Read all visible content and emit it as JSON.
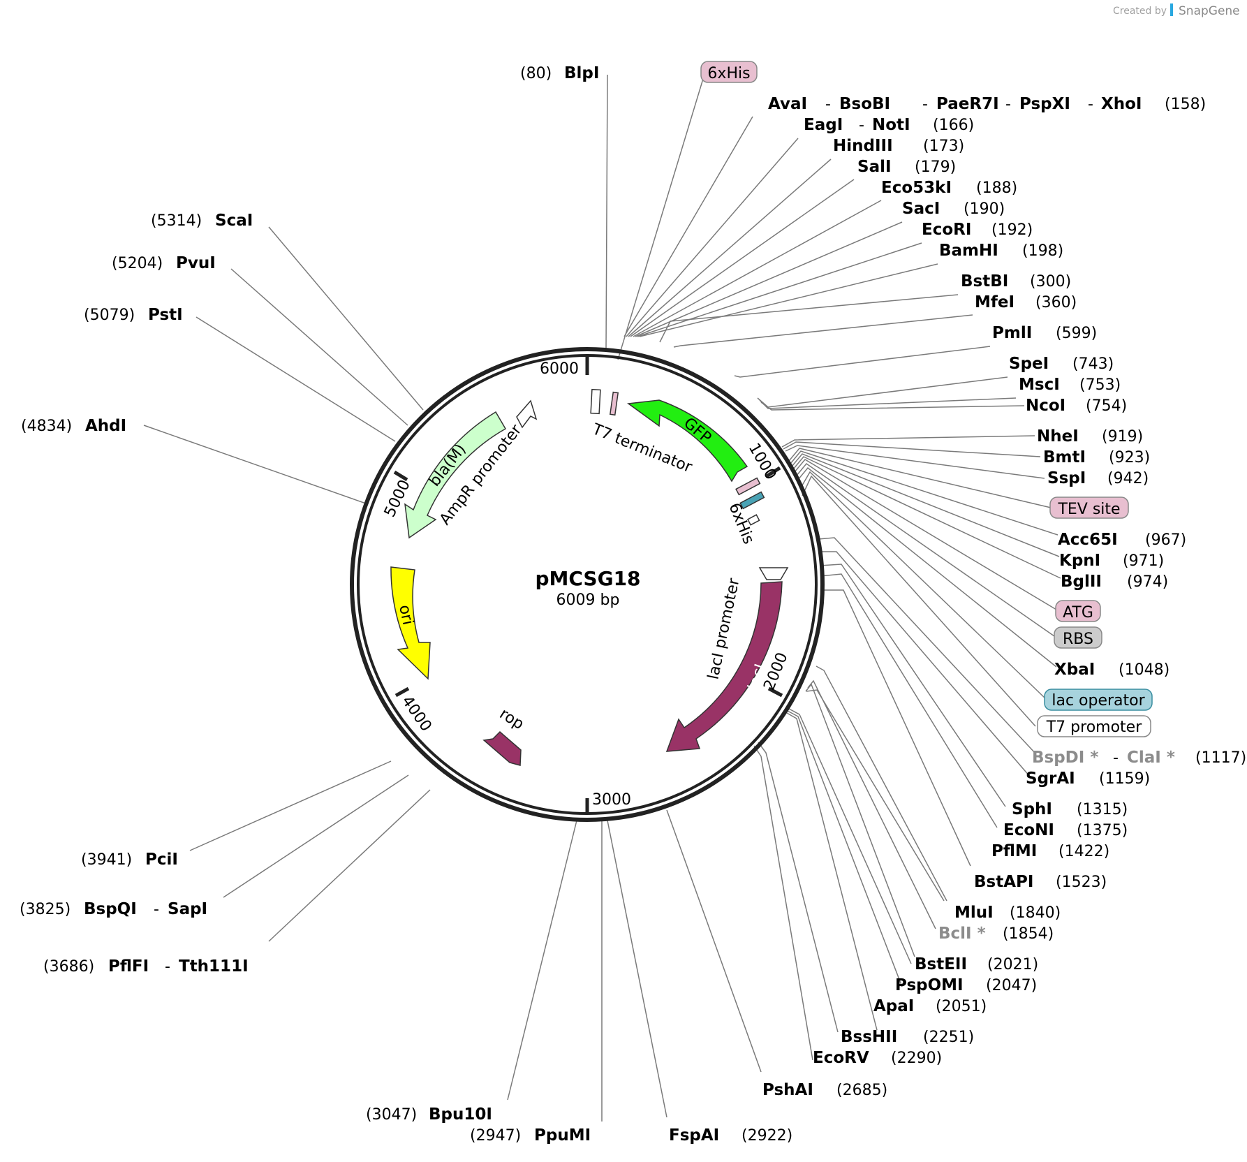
{
  "credit": {
    "prefix": "Created by",
    "brand": "SnapGene"
  },
  "plasmid": {
    "name": "pMCSG18",
    "length_text": "6009 bp"
  },
  "ticks": [
    {
      "label": "6000"
    },
    {
      "label": "1000"
    },
    {
      "label": "2000"
    },
    {
      "label": "3000"
    },
    {
      "label": "4000"
    },
    {
      "label": "5000"
    }
  ],
  "features": {
    "t7_terminator": "T7 terminator",
    "gfp": "GFP",
    "his_inner": "6xHis",
    "ampr_promoter": "AmpR promoter",
    "bla": "bla(M)",
    "ori": "ori",
    "laci_promoter": "lacI promoter",
    "laci": "lacI",
    "rop": "rop"
  },
  "feature_boxes": {
    "his_top": "6xHis",
    "tev": "TEV site",
    "atg": "ATG",
    "rbs": "RBS",
    "lac_operator": "lac operator",
    "t7_promoter": "T7 promoter"
  },
  "colors": {
    "gfp": "#22ee11",
    "bla": "#ccffcc",
    "ori": "#ffff00",
    "laci": "#993366",
    "rop": "#993366",
    "his_box": "#e8bfd0",
    "tev_box": "#e8bfd0",
    "atg_box": "#e8bfd0",
    "rbs_box": "#cccccc",
    "lac_operator_box": "#a7d3dd",
    "t7_promoter_box": "#ffffff"
  },
  "sites": {
    "blpi": {
      "name": "BlpI",
      "pos": "(80)"
    },
    "avai": {
      "names": [
        "AvaI",
        "BsoBI",
        "PaeR7I",
        "PspXI",
        "XhoI"
      ],
      "pos": "(158)"
    },
    "eagi": {
      "names": [
        "EagI",
        "NotI"
      ],
      "pos": "(166)"
    },
    "hindiii": {
      "name": "HindIII",
      "pos": "(173)"
    },
    "sali": {
      "name": "SalI",
      "pos": "(179)"
    },
    "eco53ki": {
      "name": "Eco53kI",
      "pos": "(188)"
    },
    "saci": {
      "name": "SacI",
      "pos": "(190)"
    },
    "ecori": {
      "name": "EcoRI",
      "pos": "(192)"
    },
    "bamhi": {
      "name": "BamHI",
      "pos": "(198)"
    },
    "bstbi": {
      "name": "BstBI",
      "pos": "(300)"
    },
    "mfei": {
      "name": "MfeI",
      "pos": "(360)"
    },
    "pmli": {
      "name": "PmlI",
      "pos": "(599)"
    },
    "spei": {
      "name": "SpeI",
      "pos": "(743)"
    },
    "msci": {
      "name": "MscI",
      "pos": "(753)"
    },
    "ncoi": {
      "name": "NcoI",
      "pos": "(754)"
    },
    "nhei": {
      "name": "NheI",
      "pos": "(919)"
    },
    "bmti": {
      "name": "BmtI",
      "pos": "(923)"
    },
    "sspi": {
      "name": "SspI",
      "pos": "(942)"
    },
    "acc65i": {
      "name": "Acc65I",
      "pos": "(967)"
    },
    "kpni": {
      "name": "KpnI",
      "pos": "(971)"
    },
    "bglii": {
      "name": "BglII",
      "pos": "(974)"
    },
    "xbai": {
      "name": "XbaI",
      "pos": "(1048)"
    },
    "bspdi": {
      "names": [
        "BspDI *",
        "ClaI *"
      ],
      "pos": "(1117)"
    },
    "sgrai": {
      "name": "SgrAI",
      "pos": "(1159)"
    },
    "sphi": {
      "name": "SphI",
      "pos": "(1315)"
    },
    "econi": {
      "name": "EcoNI",
      "pos": "(1375)"
    },
    "pflmi": {
      "name": "PflMI",
      "pos": "(1422)"
    },
    "bstapi": {
      "name": "BstAPI",
      "pos": "(1523)"
    },
    "mlui": {
      "name": "MluI",
      "pos": "(1840)"
    },
    "bcli": {
      "name": "BclI *",
      "pos": "(1854)"
    },
    "bsteii": {
      "name": "BstEII",
      "pos": "(2021)"
    },
    "pspomi": {
      "name": "PspOMI",
      "pos": "(2047)"
    },
    "apai": {
      "name": "ApaI",
      "pos": "(2051)"
    },
    "psshii": {
      "name": "BssHII",
      "pos": "(2251)"
    },
    "ecorv": {
      "name": "EcoRV",
      "pos": "(2290)"
    },
    "pshai": {
      "name": "PshAI",
      "pos": "(2685)"
    },
    "fspai": {
      "name": "FspAI",
      "pos": "(2922)"
    },
    "ppumi": {
      "name": "PpuMI",
      "pos": "(2947)"
    },
    "bpu10i": {
      "name": "Bpu10I",
      "pos": "(3047)"
    },
    "pflfi": {
      "names": [
        "PflFI",
        "Tth111I"
      ],
      "pos": "(3686)"
    },
    "bspqi": {
      "names": [
        "BspQI",
        "SapI"
      ],
      "pos": "(3825)"
    },
    "pcii": {
      "name": "PciI",
      "pos": "(3941)"
    },
    "ahdi": {
      "name": "AhdI",
      "pos": "(4834)"
    },
    "psti": {
      "name": "PstI",
      "pos": "(5079)"
    },
    "pvui": {
      "name": "PvuI",
      "pos": "(5204)"
    },
    "scai": {
      "name": "ScaI",
      "pos": "(5314)"
    }
  },
  "dash": "-"
}
